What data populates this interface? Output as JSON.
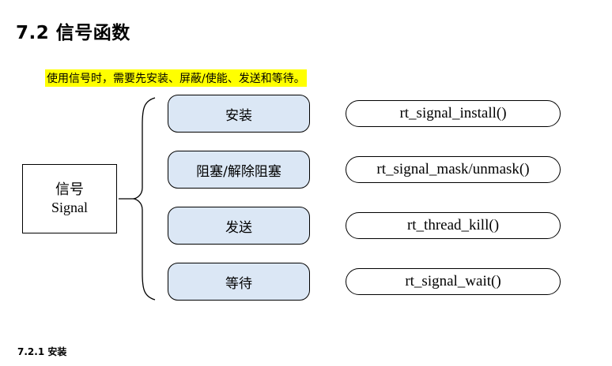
{
  "heading": "7.2 信号函数",
  "intro": "使用信号时，需要先安装、屏蔽/使能、发送和等待。",
  "diagram": {
    "signal_cn": "信号",
    "signal_en": "Signal",
    "operations": [
      {
        "label": "安装",
        "function": "rt_signal_install()"
      },
      {
        "label": "阻塞/解除阻塞",
        "function": "rt_signal_mask/unmask()"
      },
      {
        "label": "发送",
        "function": "rt_thread_kill()"
      },
      {
        "label": "等待",
        "function": "rt_signal_wait()"
      }
    ]
  },
  "subheading": "7.2.1 安装"
}
